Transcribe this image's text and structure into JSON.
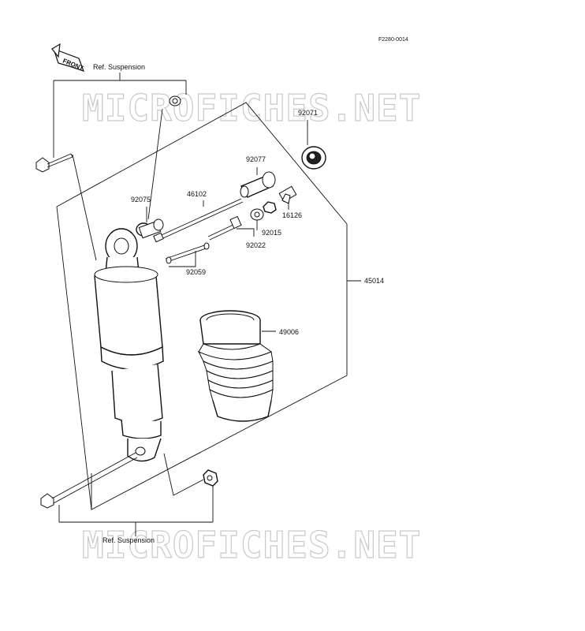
{
  "drawing_code": "F2280-0014",
  "front_marker": "FRONT",
  "ref_top": "Ref. Suspension",
  "ref_bottom": "Ref. Suspension",
  "watermark_top": "MICROFICHES.NET",
  "watermark_bottom": "MICROFICHES.NET",
  "parts": {
    "p92071": "92071",
    "p92077": "92077",
    "p92075": "92075",
    "p46102": "46102",
    "p16126": "16126",
    "p92015": "92015",
    "p92022": "92022",
    "p92059": "92059",
    "p45014": "45014",
    "p49006": "49006"
  },
  "colors": {
    "line": "#111111",
    "watermark": "#c9c9c9",
    "background": "#ffffff"
  }
}
